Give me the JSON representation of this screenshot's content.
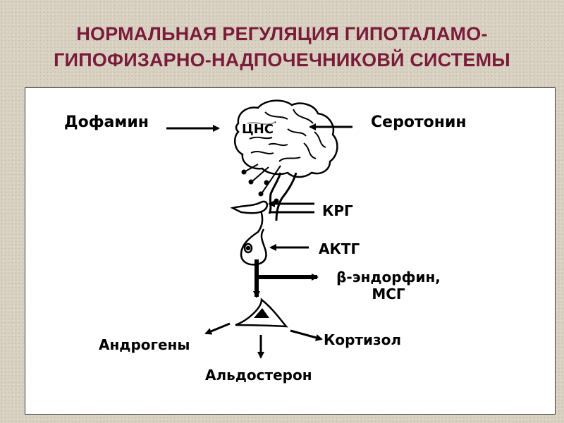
{
  "slide": {
    "title_line1": "НОРМАЛЬНАЯ  РЕГУЛЯЦИЯ ГИПОТАЛАМО-",
    "title_line2": "ГИПОФИЗАРНО-НАДПОЧЕЧНИКОВЙ  СИСТЕМЫ"
  },
  "diagram": {
    "cns_label": "ЦНС",
    "dopamine": "Дофамин",
    "serotonin": "Серотонин",
    "crh": "КРГ",
    "acth": "АКТГ",
    "endorphin_line1": "β-эндорфин,",
    "endorphin_line2": "МСГ",
    "androgens": "Андрогены",
    "cortisol": "Кортизол",
    "aldosterone": "Альдостерон"
  }
}
